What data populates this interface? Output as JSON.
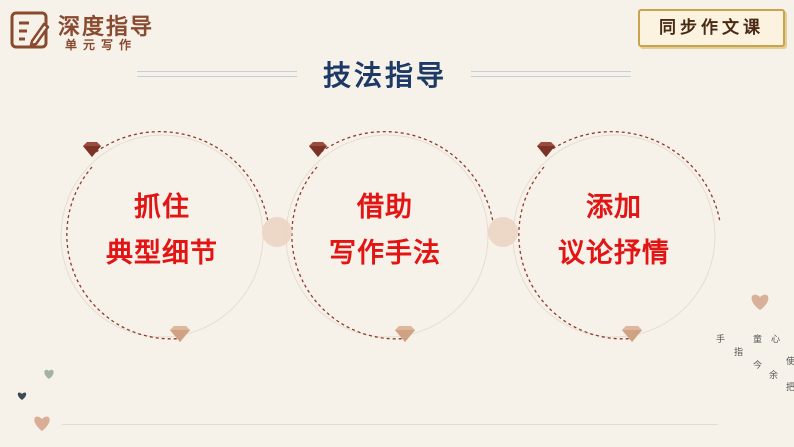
{
  "brand": {
    "title": "深度指导",
    "subtitle": "单元写作",
    "icon": "pencil-notepad-icon",
    "color": "#8a4a2f"
  },
  "course_badge": {
    "label": "同步作文课"
  },
  "section": {
    "title": "技法指导",
    "title_color": "#1d3a66"
  },
  "techniques": [
    {
      "line1": "抓住",
      "line2": "典型细节"
    },
    {
      "line1": "借助",
      "line2": "写作手法"
    },
    {
      "line1": "添加",
      "line2": "议论抒情"
    }
  ],
  "accent_color": "#e31414",
  "poem": [
    "手",
    "指",
    "今",
    "童",
    "余",
    "心",
    "把",
    "使"
  ]
}
